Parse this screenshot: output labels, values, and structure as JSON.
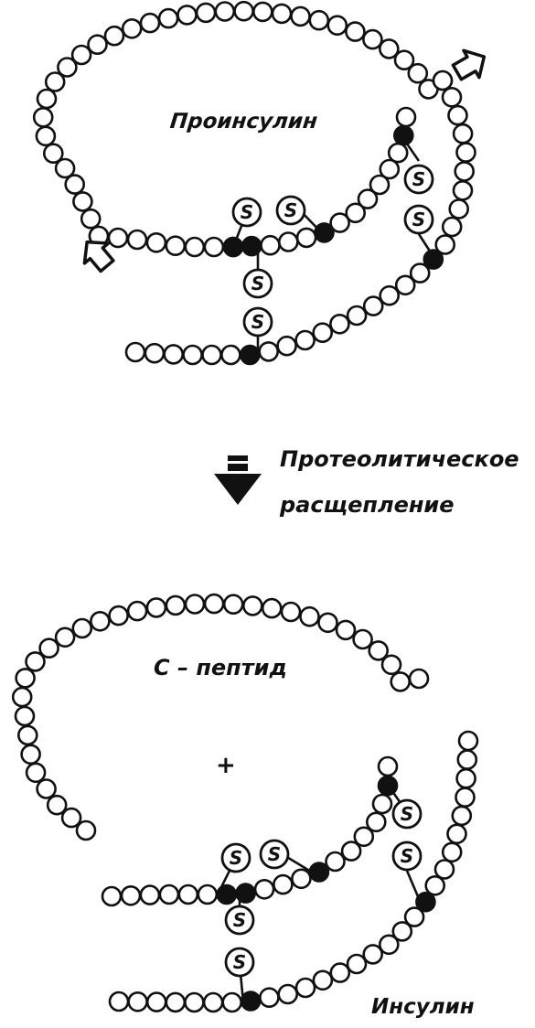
{
  "labels": {
    "proinsulin": "Проинсулин",
    "step_line1": "Протеолитическое",
    "step_line2": "расщепление",
    "c_peptide": "С – пептид",
    "plus": "+",
    "insulin": "Инсулин",
    "sulfur": "S"
  },
  "colors": {
    "ink": "#111111",
    "background": "#ffffff"
  },
  "icons": [
    "cleavage-arrow-icon",
    "down-arrow-icon"
  ]
}
